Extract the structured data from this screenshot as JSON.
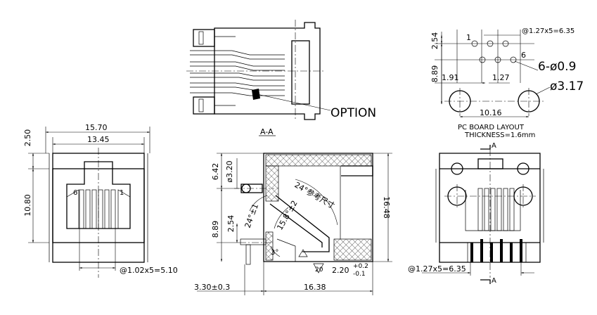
{
  "section_label": "A-A",
  "option_label": "OPTION",
  "pcb": {
    "pitch_top": "@1.27x5=6.35",
    "dim_254": "2.54",
    "dim_889": "8.89",
    "dim_191": "1.91",
    "dim_127": "1.27",
    "pin1": "1",
    "pin6": "6",
    "holes": "6-ø0.9",
    "big_hole": "ø3.17",
    "dim_1016": "10.16",
    "layout_line1": "PC BOARD LAYOUT",
    "layout_line2": "THICKNESS=1.6mm"
  },
  "front": {
    "dim_1570": "15.70",
    "dim_1345": "13.45",
    "dim_250": "2.50",
    "dim_1080": "10.80",
    "pitch_bottom": "@1.02x5=5.10",
    "inner_6": "6",
    "inner_1": "1"
  },
  "side": {
    "dim_642": "6.42",
    "dim_320": "ø3.20",
    "dim_889": "8.89",
    "dim_254": "2.54",
    "angle_24_1": "24°±1",
    "angle_15": "15.8°±2",
    "angle_24": "24°参考尺寸",
    "angle_3": "3°",
    "dim_1648": "16.48",
    "dim_220": "2.20",
    "tol_plus": "+0.2",
    "tol_minus": "-0.1",
    "dim_330": "3.30±0.3",
    "dim_1638": "16.38",
    "symbol_20": "20"
  },
  "bottom": {
    "section_a_top": "A",
    "section_a_bottom": "A",
    "pitch": "@1.27x5=6.35"
  }
}
